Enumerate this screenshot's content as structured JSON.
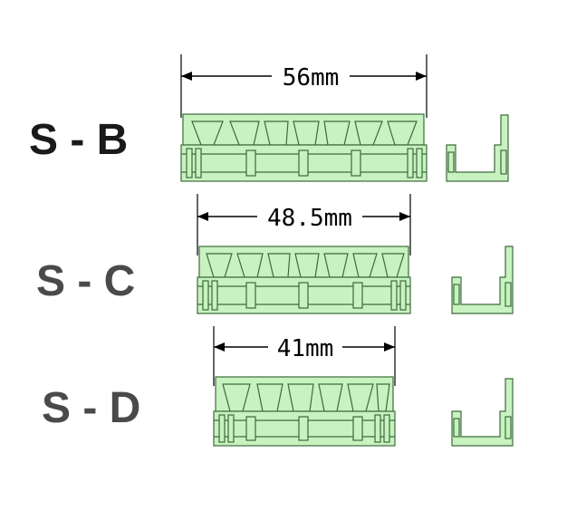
{
  "rows": [
    {
      "label": "S - B",
      "dimension": "56mm",
      "label_color": "#1a1a1a"
    },
    {
      "label": "S - C",
      "dimension": "48.5mm",
      "label_color": "#4a4a4a"
    },
    {
      "label": "S - D",
      "dimension": "41mm",
      "label_color": "#4a4a4a"
    }
  ],
  "colors": {
    "part_fill": "#c8f2c0",
    "part_stroke": "#3c6b3c",
    "dimension_line": "#000000",
    "background": "#ffffff"
  }
}
